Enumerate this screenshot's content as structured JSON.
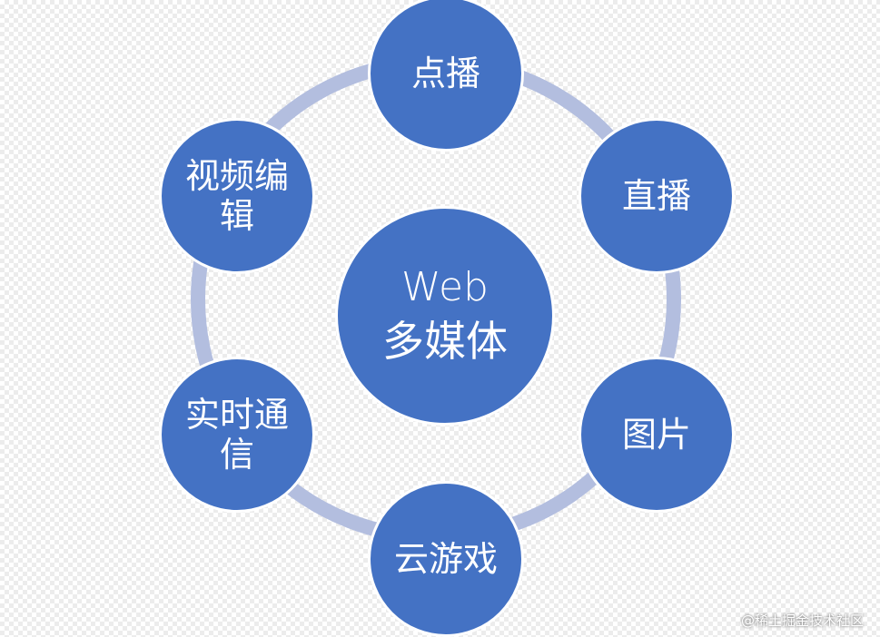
{
  "diagram": {
    "center": {
      "line1": "Web",
      "line2": "多媒体"
    },
    "nodes": [
      {
        "id": "dianbo",
        "label": "点播"
      },
      {
        "id": "zhibo",
        "label": "直播"
      },
      {
        "id": "tupian",
        "label": "图片"
      },
      {
        "id": "yunyouxi",
        "label": "云游戏"
      },
      {
        "id": "shishi",
        "label": "实时通信"
      },
      {
        "id": "shipin",
        "label": "视频编辑"
      }
    ]
  },
  "colors": {
    "node_fill": "#4472c4",
    "ring": "#b3bedf",
    "text": "#ffffff"
  },
  "watermark": "@稀土掘金技术社区"
}
